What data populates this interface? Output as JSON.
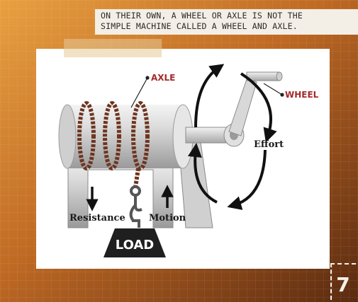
{
  "caption": {
    "line1": "ON THEIR OWN, A WHEEL OR AXLE IS NOT THE",
    "line2": "SIMPLE MACHINE CALLED A WHEEL AND AXLE."
  },
  "labels": {
    "axle": "AXLE",
    "wheel": "WHEEL",
    "effort": "Effort",
    "resistance": "Resistance",
    "motion": "Motion",
    "load": "LOAD"
  },
  "page_number": "7",
  "colors": {
    "background": "#c8742a",
    "panel": "#ffffff",
    "rope": "#7a3a22",
    "label_red": "#a52a2a",
    "load_block": "#1f1f1f"
  }
}
